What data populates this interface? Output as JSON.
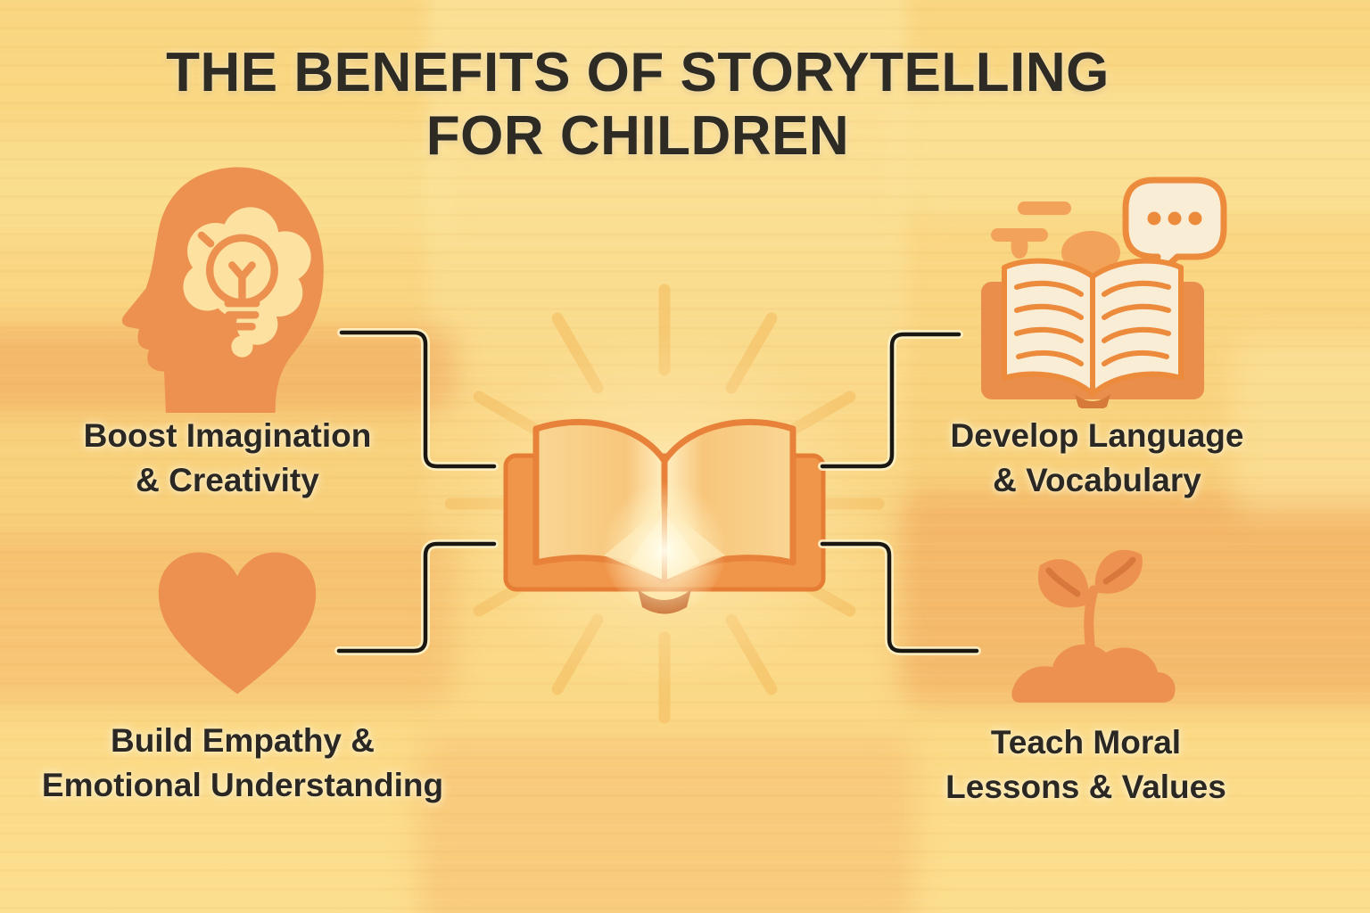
{
  "title": {
    "line1": "THE BENEFITS OF STORYTELLING",
    "line2": "FOR CHILDREN"
  },
  "center": {
    "icon": "glowing-open-book-icon"
  },
  "benefits": [
    {
      "position": "top-left",
      "icon": "head-brain-lightbulb-icon",
      "line1": "Boost Imagination",
      "line2": "& Creativity"
    },
    {
      "position": "top-right",
      "icon": "open-book-speech-bubbles-icon",
      "line1": "Develop Language",
      "line2": "& Vocabulary"
    },
    {
      "position": "bottom-left",
      "icon": "heart-icon",
      "line1": "Build Empathy &",
      "line2": "Emotional Understanding"
    },
    {
      "position": "bottom-right",
      "icon": "seedling-sprout-icon",
      "line1": "Teach Moral",
      "line2": "Lessons & Values"
    }
  ],
  "colors": {
    "background_gold": "#F9D784",
    "accent_orange": "#EC9150",
    "deep_orange": "#E07B3A",
    "cream": "#FAEDD6",
    "text_dark": "#2B2722",
    "connector_black": "#1A1713",
    "ray_gold": "#F5C268"
  }
}
